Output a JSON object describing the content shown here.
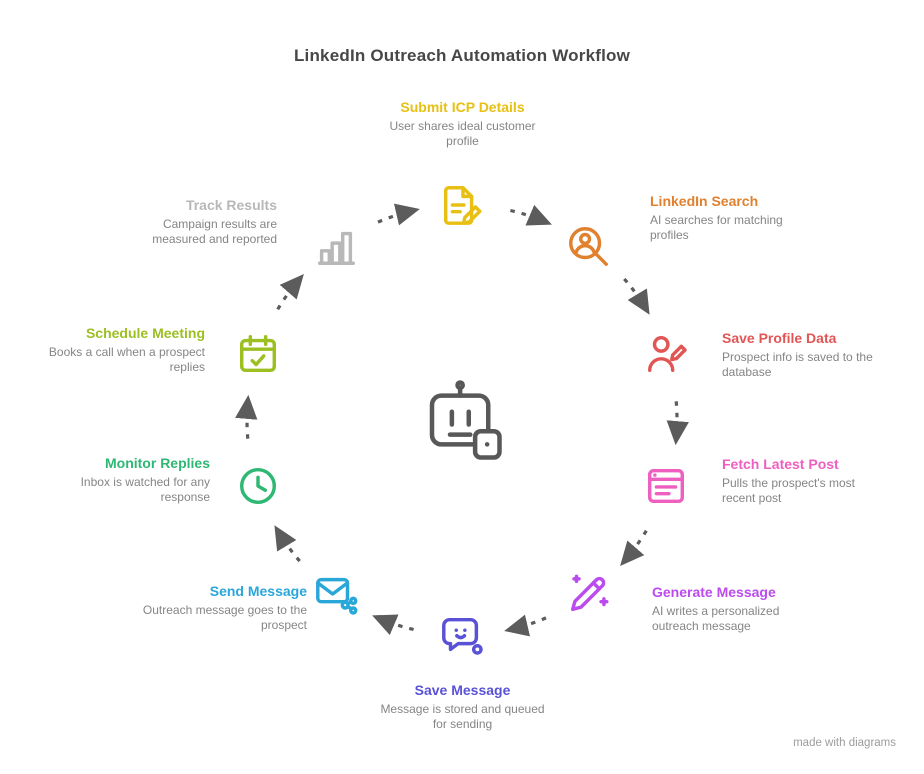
{
  "title": "LinkedIn Outreach Automation Workflow",
  "watermark": "made with diagrams",
  "center": {
    "icon": "robot-icon"
  },
  "arrow_color": "#5c5c5c",
  "nodes": [
    {
      "id": "submit-icp",
      "icon": "document-edit-icon",
      "title": "Submit ICP Details",
      "color": "#e8c013",
      "desc": [
        "User shares ideal customer",
        "profile"
      ]
    },
    {
      "id": "linkedin-search",
      "icon": "search-user-icon",
      "title": "LinkedIn Search",
      "color": "#e0812f",
      "desc": [
        "AI searches for matching",
        "profiles"
      ]
    },
    {
      "id": "save-profile-data",
      "icon": "user-edit-icon",
      "title": "Save Profile Data",
      "color": "#e25555",
      "desc": [
        "Prospect info is saved to the",
        "database"
      ]
    },
    {
      "id": "fetch-latest-post",
      "icon": "post-document-icon",
      "title": "Fetch Latest Post",
      "color": "#ee5fc0",
      "desc": [
        "Pulls the prospect's most",
        "recent post"
      ]
    },
    {
      "id": "generate-message",
      "icon": "ai-pencil-icon",
      "title": "Generate Message",
      "color": "#bb4bee",
      "desc": [
        "AI writes a personalized",
        "outreach message"
      ]
    },
    {
      "id": "save-message",
      "icon": "chat-bubble-icon",
      "title": "Save Message",
      "color": "#5a52d6",
      "desc": [
        "Message is stored and queued",
        "for sending"
      ]
    },
    {
      "id": "send-message",
      "icon": "envelope-share-icon",
      "title": "Send Message",
      "color": "#2aa7d9",
      "desc": [
        "Outreach message goes to the",
        "prospect"
      ]
    },
    {
      "id": "monitor-replies",
      "icon": "clock-icon",
      "title": "Monitor Replies",
      "color": "#2eb873",
      "desc": [
        "Inbox is watched for any",
        "response"
      ]
    },
    {
      "id": "schedule-meeting",
      "icon": "calendar-check-icon",
      "title": "Schedule Meeting",
      "color": "#9cc021",
      "desc": [
        "Books a call when a prospect",
        "replies"
      ]
    },
    {
      "id": "track-results",
      "icon": "bar-chart-icon",
      "title": "Track Results",
      "color": "#b8b8b8",
      "desc": [
        "Campaign results are",
        "measured and reported"
      ]
    }
  ]
}
